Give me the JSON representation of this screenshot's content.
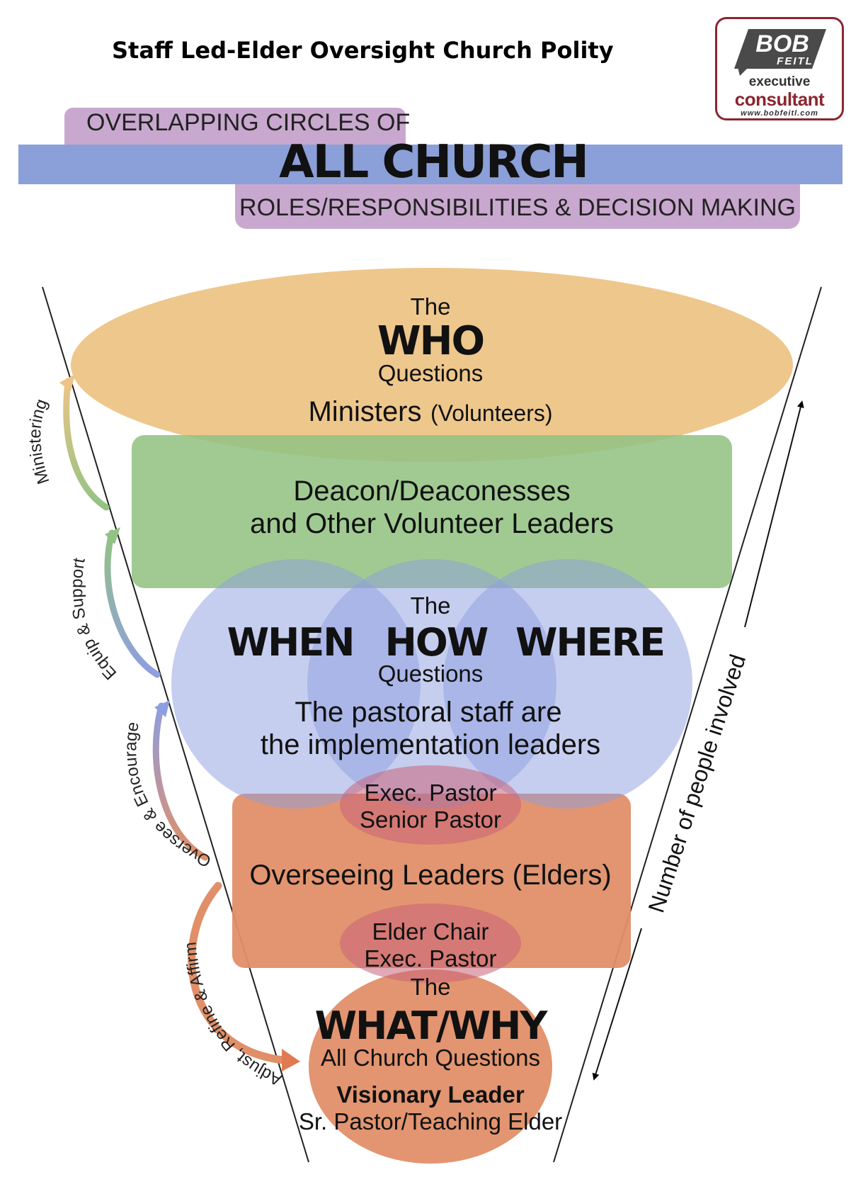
{
  "title": "Staff Led-Elder Oversight Church Polity",
  "logo": {
    "line1": "BOB",
    "line2": "FEITL",
    "line3": "executive",
    "line4": "consultant",
    "url": "www.bobfeitl.com"
  },
  "banner": {
    "top": "OVERLAPPING CIRCLES OF",
    "main": "ALL CHURCH",
    "bottom": "ROLES/RESPONSIBILITIES & DECISION MAKING"
  },
  "who": {
    "the": "The",
    "heading": "WHO",
    "questions": "Questions",
    "role": "Ministers",
    "role_note": "(Volunteers)"
  },
  "deacons": {
    "line1": "Deacon/Deaconesses",
    "line2": "and Other Volunteer Leaders"
  },
  "when_how_where": {
    "the": "The",
    "when": "WHEN",
    "how": "HOW",
    "where": "WHERE",
    "questions": "Questions",
    "line1": "The pastoral staff are",
    "line2": "the implementation leaders"
  },
  "overlap_upper": {
    "line1": "Exec. Pastor",
    "line2": "Senior Pastor"
  },
  "elders": {
    "label": "Overseeing Leaders (Elders)"
  },
  "overlap_lower": {
    "line1": "Elder Chair",
    "line2": "Exec. Pastor"
  },
  "what_why": {
    "the": "The",
    "heading": "WHAT/WHY",
    "questions": "All Church Questions",
    "leader": "Visionary Leader",
    "leader_role": "Sr. Pastor/Teaching Elder"
  },
  "flows": {
    "ministering": "Ministering",
    "equip": "Equip & Support",
    "oversee": "Oversee & Encourage",
    "adjust": "Adjust, Refine & Affirm"
  },
  "people_axis": "Number of people involved",
  "colors": {
    "who": "#edc486",
    "deacons": "#93c383",
    "circles": "#8e9ee0",
    "elders": "#e08f68",
    "overlap": "#c8627a",
    "banner_blue": "#8b9fd9",
    "banner_purple": "#c9a8cf",
    "logo_red": "#8a2630"
  }
}
